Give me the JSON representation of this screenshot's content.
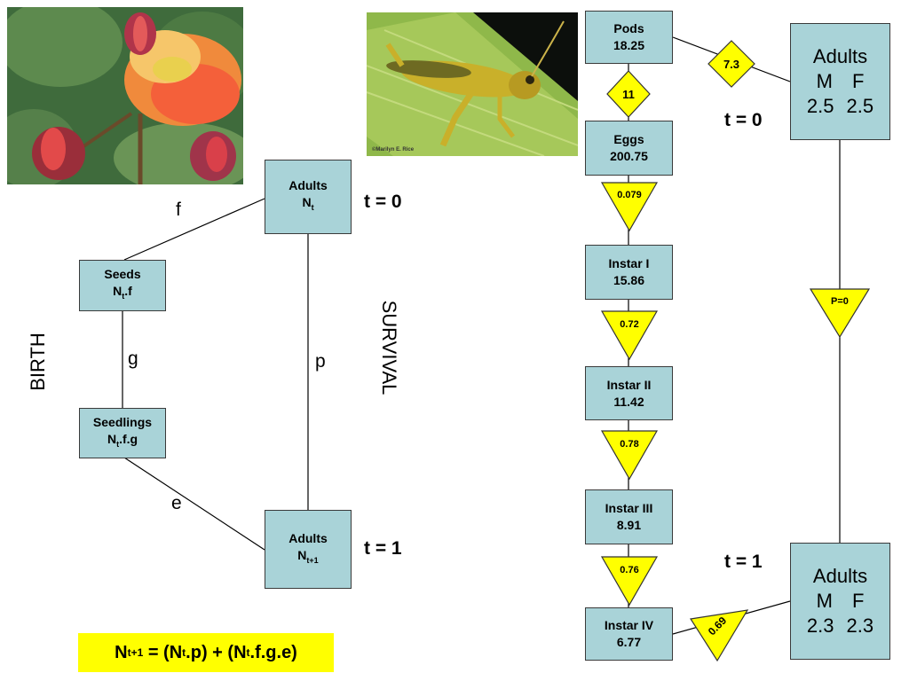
{
  "left_diagram": {
    "adults_top": {
      "title": "Adults",
      "sym": "N",
      "sub": "t"
    },
    "seeds": {
      "title": "Seeds",
      "sym": "N",
      "sub": "t",
      "rest": ".f"
    },
    "seedlings": {
      "title": "Seedlings",
      "sym": "N",
      "sub": "t",
      "rest": ".f.g"
    },
    "adults_bottom": {
      "title": "Adults",
      "sym": "N",
      "sub": "t+1"
    },
    "edge_f": "f",
    "edge_g": "g",
    "edge_e": "e",
    "edge_p": "p",
    "birth_label": "BIRTH",
    "survival_label": "SURVIVAL",
    "t0": "t = 0",
    "t1": "t = 1"
  },
  "equation": {
    "n1": "N",
    "s1": "t+1",
    "p1": " = (",
    "n2": "N",
    "s2": "t",
    "p2": ".p) + (",
    "n3": "N",
    "s3": "t",
    "p3": ".f.g.e)"
  },
  "right_diagram": {
    "stages": [
      {
        "name": "Pods",
        "value": "18.25"
      },
      {
        "name": "Eggs",
        "value": "200.75"
      },
      {
        "name": "Instar I",
        "value": "15.86"
      },
      {
        "name": "Instar II",
        "value": "11.42"
      },
      {
        "name": "Instar III",
        "value": "8.91"
      },
      {
        "name": "Instar IV",
        "value": "6.77"
      }
    ],
    "pod_egg_rate": "11",
    "survival_rates": [
      "0.079",
      "0.72",
      "0.78",
      "0.76"
    ],
    "instar_adult_rate": "0.69",
    "pod_adult_rate": "7.3",
    "adult_survival": "P=0",
    "adults_top": {
      "title": "Adults",
      "m_label": "M",
      "f_label": "F",
      "m_value": "2.5",
      "f_value": "2.5"
    },
    "adults_bottom": {
      "title": "Adults",
      "m_label": "M",
      "f_label": "F",
      "m_value": "2.3",
      "f_value": "2.3"
    },
    "t0": "t = 0",
    "t1": "t = 1"
  },
  "photos": {
    "grasshopper_credit": "©Marilyn E. Rice"
  },
  "colors": {
    "box_fill": "#a9d3d8",
    "marker_fill": "#ffff00",
    "equation_bg": "#ffff00"
  }
}
